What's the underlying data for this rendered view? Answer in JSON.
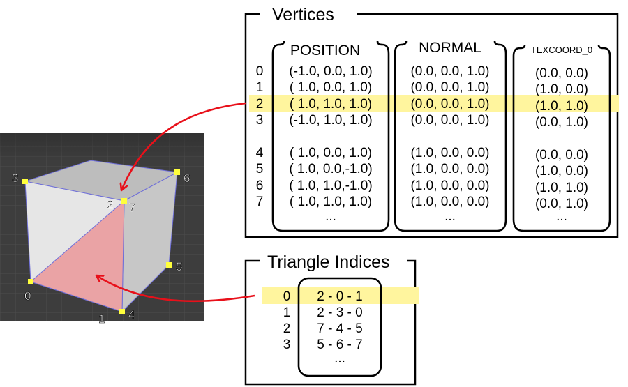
{
  "vertices": {
    "title": "Vertices",
    "indices": [
      "0",
      "1",
      "2",
      "3",
      "4",
      "5",
      "6",
      "7"
    ],
    "columns": [
      {
        "header": "POSITION",
        "values": [
          "(-1.0, 0.0, 1.0)",
          "( 1.0, 0.0, 1.0)",
          "( 1.0, 1.0, 1.0)",
          "(-1.0, 1.0, 1.0)",
          "( 1.0, 0.0, 1.0)",
          "( 1.0, 0.0,-1.0)",
          "( 1.0, 1.0,-1.0)",
          "( 1.0, 1.0, 1.0)"
        ],
        "ellipsis": "..."
      },
      {
        "header": "NORMAL",
        "values": [
          "(0.0, 0.0, 1.0)",
          "(0.0, 0.0, 1.0)",
          "(0.0, 0.0, 1.0)",
          "(0.0, 0.0, 1.0)",
          "(1.0, 0.0, 0.0)",
          "(1.0, 0.0, 0.0)",
          "(1.0, 0.0, 0.0)",
          "(1.0, 0.0, 0.0)"
        ],
        "ellipsis": "..."
      },
      {
        "header": "TEXCOORD_0",
        "values": [
          "(0.0, 0.0)",
          "(1.0, 0.0)",
          "(1.0, 1.0)",
          "(0.0, 1.0)",
          "(0.0, 0.0)",
          "(1.0, 0.0)",
          "(1.0, 1.0)",
          "(0.0, 1.0)"
        ],
        "ellipsis": "..."
      }
    ],
    "highlighted_row": 2
  },
  "triangles": {
    "title": "Triangle Indices",
    "indices": [
      "0",
      "1",
      "2",
      "3"
    ],
    "values": [
      "2 - 0 - 1",
      "2 - 3 - 0",
      "7 - 4 - 5",
      "5 - 6 - 7"
    ],
    "ellipsis": "...",
    "highlighted_row": 0
  },
  "cube_labels": [
    "3",
    "6",
    "2",
    "7",
    "0",
    "5",
    "1",
    "4"
  ],
  "colors": {
    "highlight": "#fff59e",
    "arrow": "#e8101a",
    "vertex_marker": "#ffff3c",
    "triangle_fill": "#eaa3a5",
    "viewport_bg": "#3d3d3d"
  }
}
